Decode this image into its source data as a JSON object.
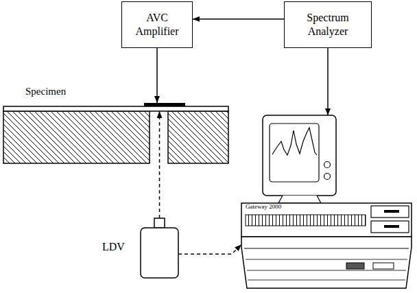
{
  "diagram": {
    "nodes": [
      {
        "text": [
          "AVC Amplifier"
        ]
      },
      {
        "text": [
          "Spectrum Analyzer"
        ]
      },
      {
        "text": [
          "Specimen"
        ]
      },
      {
        "text": [
          "Gateway 2000"
        ]
      },
      {
        "text": [
          "LDV"
        ]
      }
    ],
    "edges": [
      {
        "from": 1,
        "to": 0,
        "arrow": "to"
      },
      {
        "from": 0,
        "to": 2,
        "arrow": "to"
      },
      {
        "from": 1,
        "to": 3,
        "arrow": "to"
      },
      {
        "from": 4,
        "to": 2,
        "arrow": "to"
      },
      {
        "from": 4,
        "to": 3,
        "arrow": "to"
      }
    ]
  }
}
